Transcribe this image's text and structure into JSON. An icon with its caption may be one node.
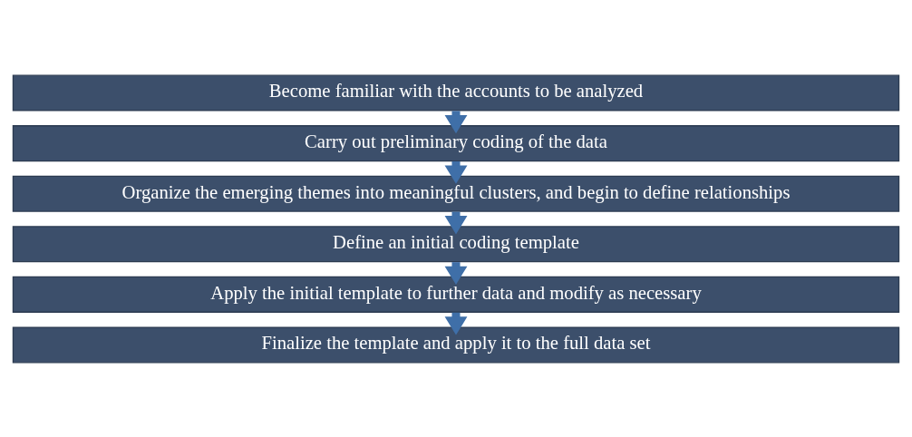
{
  "diagram": {
    "nodes": [
      {
        "text": [
          "Become familiar with the accounts to be analyzed"
        ]
      },
      {
        "text": [
          "Carry out preliminary coding of the data"
        ]
      },
      {
        "text": [
          "Organize the emerging themes into meaningful clusters, and begin to define relationships"
        ]
      },
      {
        "text": [
          "Define an initial coding template"
        ]
      },
      {
        "text": [
          "Apply the initial template to further data and modify as necessary"
        ]
      },
      {
        "text": [
          "Finalize the template and apply it to the full data set"
        ]
      }
    ],
    "edges": [
      {
        "from": 0,
        "to": 1,
        "arrow": "to"
      },
      {
        "from": 1,
        "to": 2,
        "arrow": "to"
      },
      {
        "from": 2,
        "to": 3,
        "arrow": "to"
      },
      {
        "from": 3,
        "to": 4,
        "arrow": "to"
      },
      {
        "from": 4,
        "to": 5,
        "arrow": "to"
      }
    ]
  }
}
